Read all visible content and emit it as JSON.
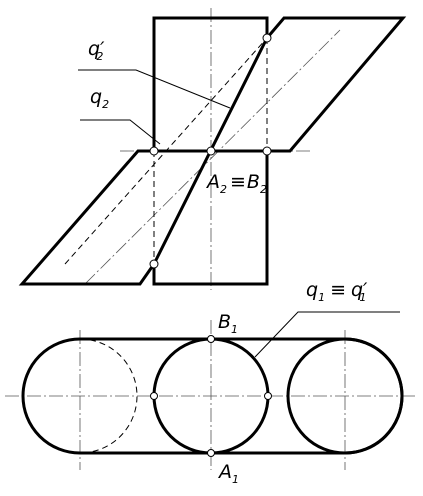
{
  "labels": {
    "q2_prime": {
      "main": "q",
      "prime": "′",
      "sub": "2"
    },
    "q2": {
      "main": "q",
      "sub": "2"
    },
    "a2": {
      "main": "A",
      "sub": "2"
    },
    "equiv_top": "≡",
    "b2": {
      "main": "B",
      "sub": "2"
    },
    "q1": {
      "main": "q",
      "sub": "1"
    },
    "equiv_bottom": "≡",
    "q1_prime": {
      "main": "q",
      "prime": "′",
      "sub": "1"
    },
    "b1": {
      "main": "B",
      "sub": "1"
    },
    "a1": {
      "main": "A",
      "sub": "1"
    }
  }
}
